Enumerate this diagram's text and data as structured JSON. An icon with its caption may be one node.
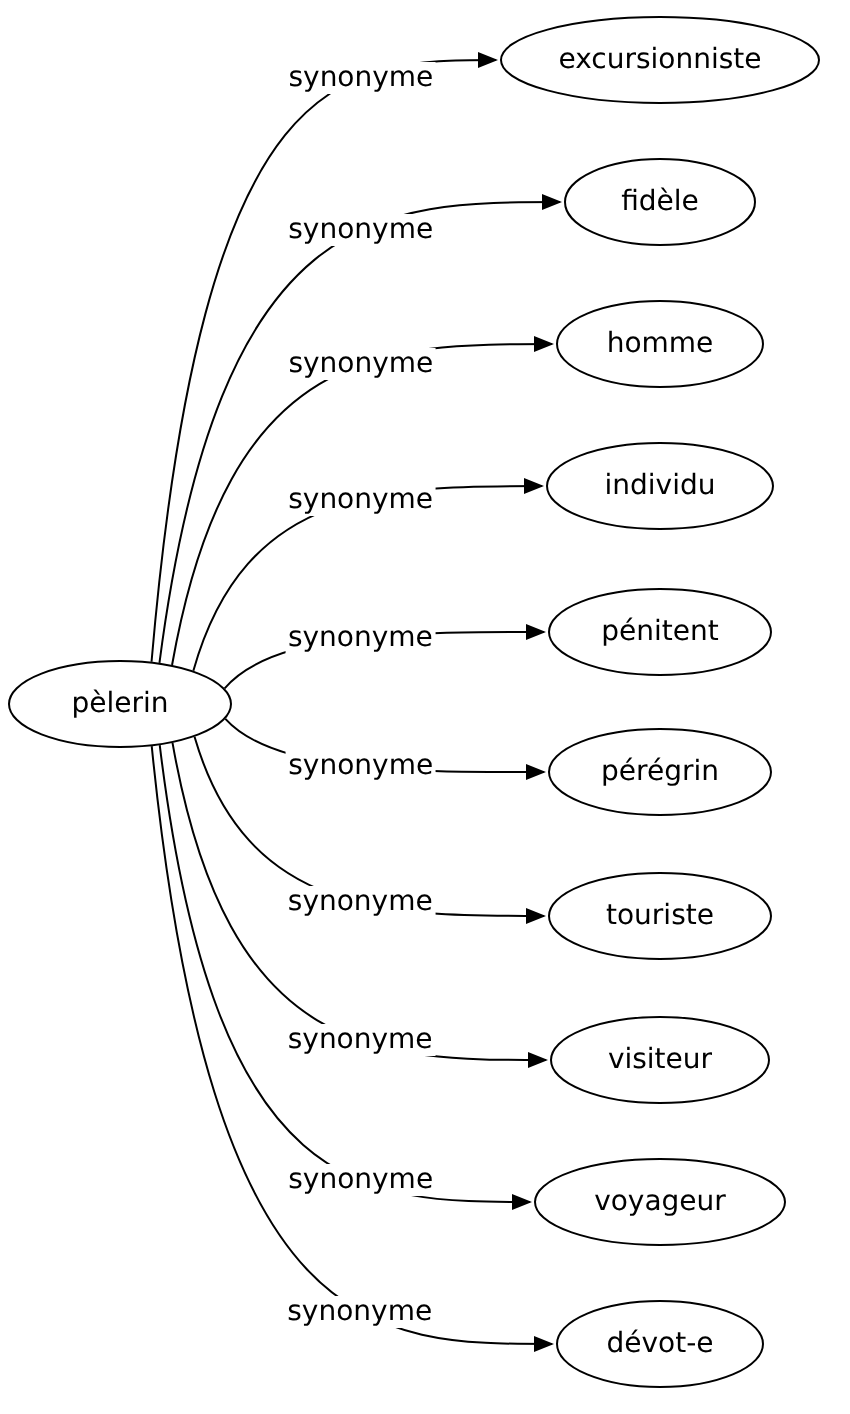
{
  "diagram": {
    "nodes": [
      {
        "text": [
          "pèlerin"
        ]
      },
      {
        "text": [
          "excursionniste"
        ]
      },
      {
        "text": [
          "fidèle"
        ]
      },
      {
        "text": [
          "homme"
        ]
      },
      {
        "text": [
          "individu"
        ]
      },
      {
        "text": [
          "pénitent"
        ]
      },
      {
        "text": [
          "pérégrin"
        ]
      },
      {
        "text": [
          "touriste"
        ]
      },
      {
        "text": [
          "visiteur"
        ]
      },
      {
        "text": [
          "voyageur"
        ]
      },
      {
        "text": [
          "dévot-e"
        ]
      }
    ],
    "edges": [
      {
        "from": 0,
        "to": 1,
        "arrow": "to",
        "label": "synonyme"
      },
      {
        "from": 0,
        "to": 2,
        "arrow": "to",
        "label": "synonyme"
      },
      {
        "from": 0,
        "to": 3,
        "arrow": "to",
        "label": "synonyme"
      },
      {
        "from": 0,
        "to": 4,
        "arrow": "to",
        "label": "synonyme"
      },
      {
        "from": 0,
        "to": 5,
        "arrow": "to",
        "label": "synonyme"
      },
      {
        "from": 0,
        "to": 6,
        "arrow": "to",
        "label": "synonyme"
      },
      {
        "from": 0,
        "to": 7,
        "arrow": "to",
        "label": "synonyme"
      },
      {
        "from": 0,
        "to": 8,
        "arrow": "to",
        "label": "synonyme"
      },
      {
        "from": 0,
        "to": 9,
        "arrow": "to",
        "label": "synonyme"
      },
      {
        "from": 0,
        "to": 10,
        "arrow": "to",
        "label": "synonyme"
      }
    ]
  }
}
